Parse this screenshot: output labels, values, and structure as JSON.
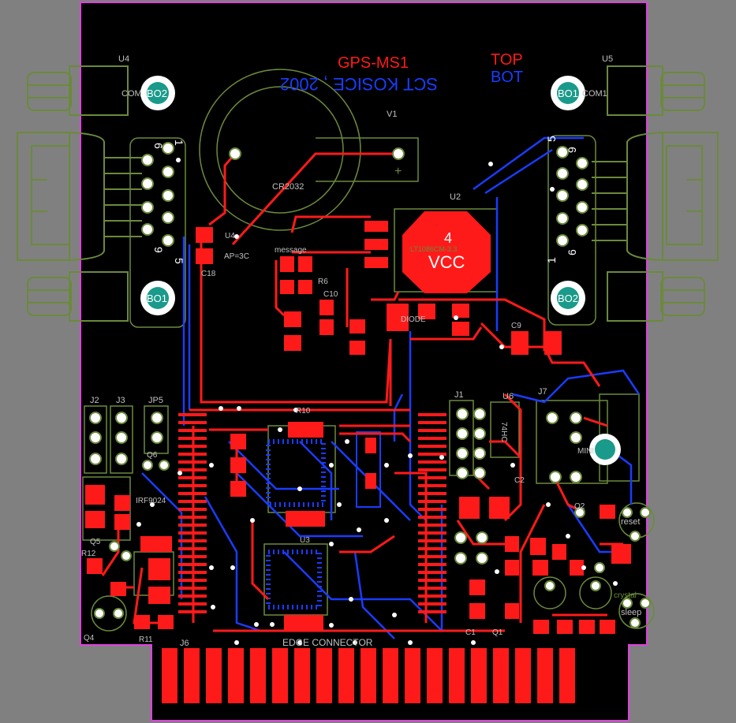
{
  "colors": {
    "background": "#808080",
    "board": "#000000",
    "outline": "#e040e0",
    "top_copper": "#ff1a1a",
    "bottom_copper": "#1a3cff",
    "silkscreen": "#6b8a3c",
    "pad_through": "#ffffff",
    "mounting_hole": "#1a9a8a"
  },
  "title": {
    "board_name": "GPS-MS1",
    "top_label": "TOP",
    "bot_label": "BOT",
    "bottom_text": "SCT KOSICE , 2002"
  },
  "regulator": {
    "pin": "4",
    "net": "VCC",
    "part": "LT1086CM-3.3"
  },
  "connector": {
    "label": "EDGE CONNECTOR",
    "ref": "J6"
  },
  "mounting_holes": [
    "BO2",
    "BO1",
    "BO1",
    "BO2"
  ],
  "db9": {
    "left": {
      "ref": "U4",
      "name": "COM",
      "pin_top": "1",
      "pin_6": "6",
      "pin_9": "9",
      "pin_5": "5"
    },
    "right": {
      "ref": "U5",
      "name": "COM1",
      "pin_5": "5",
      "pin_9": "9",
      "pin_1": "1",
      "pin_6": "6"
    }
  },
  "battery": {
    "ref": "V1",
    "part": "CR2032",
    "plus": "+"
  },
  "buttons": [
    "reset",
    "sleep"
  ],
  "labels": {
    "u2": "U2",
    "j1": "J1",
    "j2": "J2",
    "j3": "J3",
    "jp5": "JP5",
    "j7": "J7",
    "u6": "U6",
    "c9": "C9",
    "c10": "C10",
    "r6": "R6",
    "c1": "C1",
    "c2": "C2",
    "q1": "Q1",
    "q2": "Q2",
    "q4": "Q4",
    "q5": "Q5",
    "q6": "Q6",
    "r11": "R11",
    "r12": "R12",
    "u3": "U3",
    "u4b": "U4",
    "diode": "DIODE",
    "message": "message",
    "mini": "MINI",
    "crystal": "crystal",
    "ap3c": "AP=3C",
    "c18": "C18",
    "irf": "IRF9024",
    "xc": "74HC",
    "r10": "R10"
  }
}
